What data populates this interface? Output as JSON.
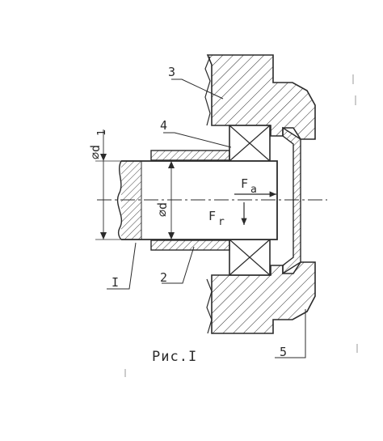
{
  "callouts": {
    "part_3": "3",
    "part_4": "4",
    "part_2": "2",
    "part_5": "5",
    "view_I": "I"
  },
  "dimensions": {
    "outer_diameter": "⌀d",
    "outer_diameter_sub": "1",
    "shaft_diameter": "⌀d"
  },
  "forces": {
    "axial": "F",
    "axial_sub": "a",
    "radial": "F",
    "radial_sub": "r"
  },
  "caption": "Рис.I",
  "colors": {
    "ink": "#2b2b2b",
    "paper": "#ffffff"
  }
}
